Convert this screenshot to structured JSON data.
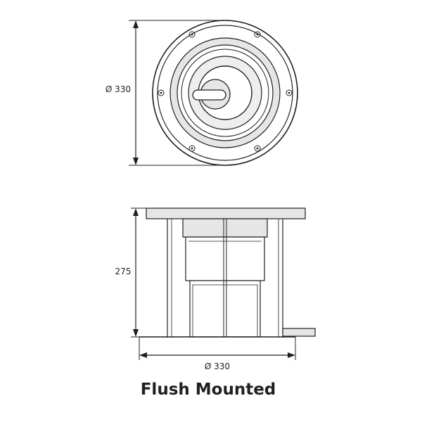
{
  "top_view": {
    "diameter_label": "Ø 330"
  },
  "side_view": {
    "height_label": "275",
    "width_label": "Ø 330"
  },
  "caption": "Flush Mounted",
  "colors": {
    "line": "#231f20",
    "fill": "#e6e6e6",
    "background": "#ffffff"
  }
}
